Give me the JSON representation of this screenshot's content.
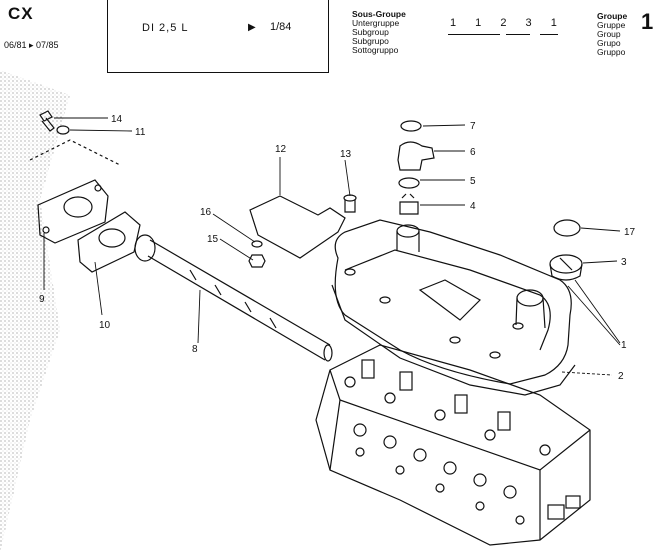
{
  "header": {
    "model": "CX",
    "dates": "06/81 ▸ 07/85",
    "engine": "DI 2,5 L",
    "arrow": "▶",
    "date": "1/84",
    "subgroup_labels": [
      "Sous-Groupe",
      "Untergruppe",
      "Subgroup",
      "Subgrupo",
      "Sottogruppo"
    ],
    "subgroup_code": "1 1 2 3 1",
    "group_labels": [
      "Groupe",
      "Gruppe",
      "Group",
      "Grupo",
      "Gruppo"
    ],
    "group_number": "1"
  },
  "parts": [
    {
      "id": "p14",
      "label": "14"
    },
    {
      "id": "p11",
      "label": "11"
    },
    {
      "id": "p12",
      "label": "12"
    },
    {
      "id": "p13",
      "label": "13"
    },
    {
      "id": "p7",
      "label": "7"
    },
    {
      "id": "p6",
      "label": "6"
    },
    {
      "id": "p5",
      "label": "5"
    },
    {
      "id": "p4",
      "label": "4"
    },
    {
      "id": "p16",
      "label": "16"
    },
    {
      "id": "p15",
      "label": "15"
    },
    {
      "id": "p17",
      "label": "17"
    },
    {
      "id": "p3",
      "label": "3"
    },
    {
      "id": "p9",
      "label": "9"
    },
    {
      "id": "p10",
      "label": "10"
    },
    {
      "id": "p8",
      "label": "8"
    },
    {
      "id": "p1",
      "label": "1"
    },
    {
      "id": "p2",
      "label": "2"
    }
  ]
}
